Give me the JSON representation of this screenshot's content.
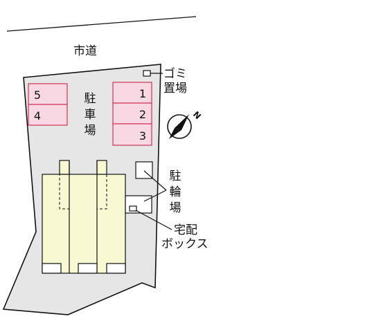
{
  "road": {
    "label": "市道"
  },
  "parking": {
    "label": [
      "駐",
      "車",
      "場"
    ],
    "spaces": [
      "1",
      "2",
      "3",
      "4",
      "5"
    ]
  },
  "garbage": {
    "label": [
      "ゴミ",
      "置場"
    ]
  },
  "bicycle": {
    "label": [
      "駐",
      "輪",
      "場"
    ]
  },
  "delivery": {
    "label": [
      "宅配",
      "ボックス"
    ]
  },
  "compass": {
    "label": "N",
    "icon": "north-arrow-icon"
  },
  "colors": {
    "lot": "#e6e6e6",
    "building": "#f8f8d2",
    "space": "#f8d8e2",
    "space_border": "#cc3355",
    "line": "#111111"
  }
}
